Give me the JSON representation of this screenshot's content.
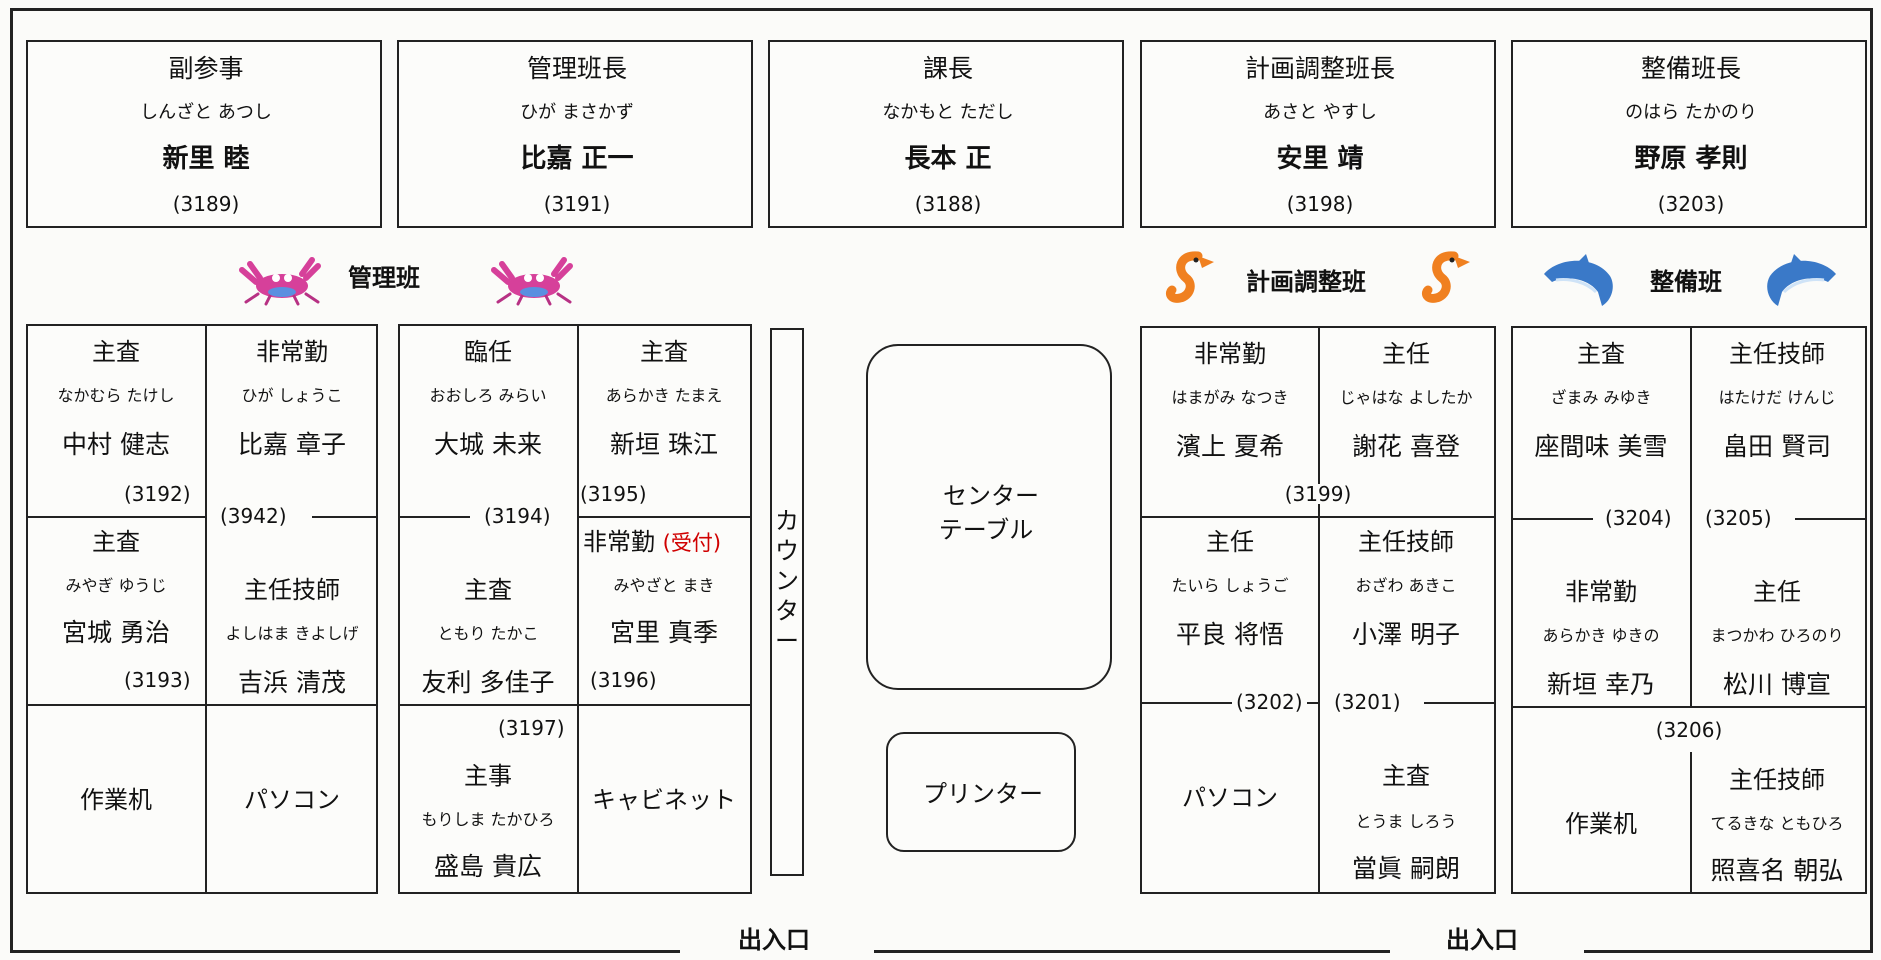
{
  "top": [
    {
      "title": "副参事",
      "kana": "しんざと あつし",
      "name": "新里 睦",
      "ext": "(3189)"
    },
    {
      "title": "管理班長",
      "kana": "ひが まさかず",
      "name": "比嘉 正一",
      "ext": "(3191)"
    },
    {
      "title": "課長",
      "kana": "なかもと ただし",
      "name": "長本 正",
      "ext": "(3188)"
    },
    {
      "title": "計画調整班長",
      "kana": "あさと やすし",
      "name": "安里 靖",
      "ext": "(3198)"
    },
    {
      "title": "整備班長",
      "kana": "のはら たかのり",
      "name": "野原 孝則",
      "ext": "(3203)"
    }
  ],
  "teams": {
    "kanri": "管理班",
    "keikaku": "計画調整班",
    "seibi": "整備班"
  },
  "kanri_left": [
    {
      "role": "主査",
      "kana": "なかむら たけし",
      "name": "中村 健志",
      "ext": "(3192)"
    },
    {
      "role": "非常勤",
      "kana": "ひが しょうこ",
      "name": "比嘉 章子",
      "ext": "(3942)"
    },
    {
      "role": "主査",
      "kana": "みやぎ ゆうじ",
      "name": "宮城 勇治",
      "ext": "(3193)"
    },
    {
      "role": "主任技師",
      "kana": "よしはま きよしげ",
      "name": "吉浜 清茂"
    },
    {
      "label": "作業机"
    },
    {
      "label": "パソコン"
    }
  ],
  "kanri_right": [
    {
      "role": "臨任",
      "kana": "おおしろ みらい",
      "name": "大城 未来",
      "ext": "(3194)"
    },
    {
      "role": "主査",
      "kana": "あらかき たまえ",
      "name": "新垣 珠江",
      "ext": "(3195)"
    },
    {
      "role": "主査",
      "kana": "ともり たかこ",
      "name": "友利 多佳子"
    },
    {
      "role": "非常勤",
      "role_extra": "(受付)",
      "kana": "みやざと まき",
      "name": "宮里 真季",
      "ext": "(3196)"
    },
    {
      "role": "主事",
      "kana": "もりしま たかひろ",
      "name": "盛島 貴広",
      "ext": "(3197)"
    },
    {
      "label": "キャビネット"
    }
  ],
  "counter": "カウンター",
  "center_table": [
    "センター",
    "テーブル"
  ],
  "printer": "プリンター",
  "keikaku": [
    {
      "role": "非常勤",
      "kana": "はまがみ なつき",
      "name": "濱上 夏希"
    },
    {
      "role": "主任",
      "kana": "じゃはな よしたか",
      "name": "謝花 喜登"
    },
    {
      "ext": "(3199)"
    },
    {
      "role": "主任",
      "kana": "たいら しょうご",
      "name": "平良 将悟",
      "ext": "(3202)"
    },
    {
      "role": "主任技師",
      "kana": "おざわ あきこ",
      "name": "小澤 明子",
      "ext": "(3201)"
    },
    {
      "label": "パソコン"
    },
    {
      "role": "主査",
      "kana": "とうま しろう",
      "name": "當眞 嗣朗"
    }
  ],
  "seibi": [
    {
      "role": "主査",
      "kana": "ざまみ みゆき",
      "name": "座間味 美雪",
      "ext": "(3204)"
    },
    {
      "role": "主任技師",
      "kana": "はたけだ けんじ",
      "name": "畠田 賢司",
      "ext": "(3205)"
    },
    {
      "role": "非常勤",
      "kana": "あらかき ゆきの",
      "name": "新垣 幸乃"
    },
    {
      "role": "主任",
      "kana": "まつかわ ひろのり",
      "name": "松川 博宣"
    },
    {
      "ext": "(3206)"
    },
    {
      "label": "作業机"
    },
    {
      "role": "主任技師",
      "kana": "てるきな ともひろ",
      "name": "照喜名 朝弘"
    }
  ],
  "exits": [
    "出入口",
    "出入口"
  ]
}
